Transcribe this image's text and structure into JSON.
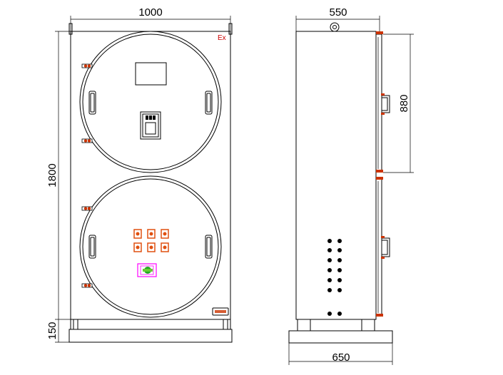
{
  "front_view": {
    "width_label": "1000",
    "height_label": "1800",
    "base_label": "150",
    "ex_mark": "Ex"
  },
  "side_view": {
    "depth_label": "550",
    "base_depth_label": "650",
    "door_label": "880"
  },
  "colors": {
    "line": "#000000",
    "ex_mark": "#cc0000",
    "hinge": "#cc3300",
    "pilot_light": "#e05010",
    "selector_frame": "#ff00ff",
    "selector_green": "#22aa22"
  }
}
